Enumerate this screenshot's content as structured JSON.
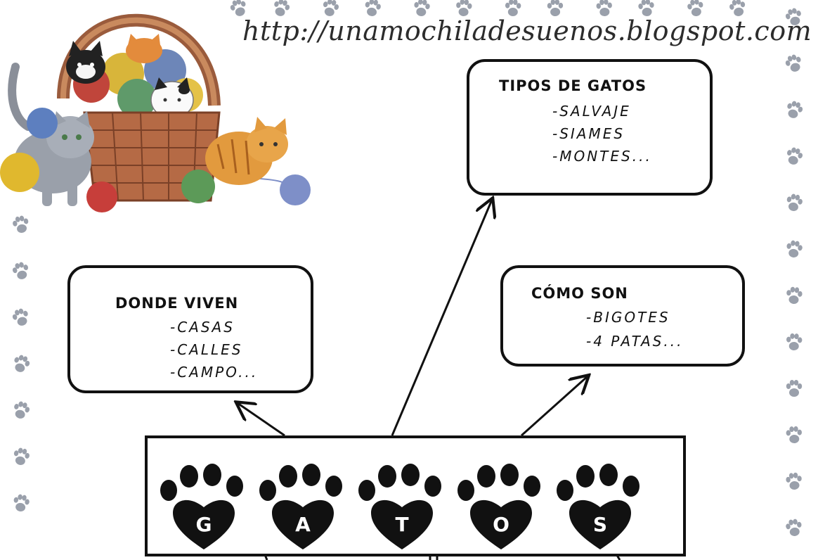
{
  "url_text": "http://unamochiladesuenos.blogspot.com",
  "boxes": {
    "tipos": {
      "title": "TIPOS DE GATOS",
      "items": [
        "-SALVAJE",
        "-SIAMES",
        "-MONTES..."
      ]
    },
    "donde": {
      "title": "DONDE VIVEN",
      "items": [
        "-CASAS",
        "-CALLES",
        "-CAMPO..."
      ]
    },
    "como": {
      "title": "CÓMO SON",
      "items": [
        "-BIGOTES",
        "-4 PATAS..."
      ]
    }
  },
  "paws": [
    "G",
    "A",
    "T",
    "O",
    "S"
  ],
  "colors": {
    "ink": "#111111",
    "paw_border": "#9aa0ab",
    "background": "#ffffff"
  },
  "icons": {
    "border": "paw-print-icon",
    "illustration": "cats-in-yarn-basket"
  }
}
